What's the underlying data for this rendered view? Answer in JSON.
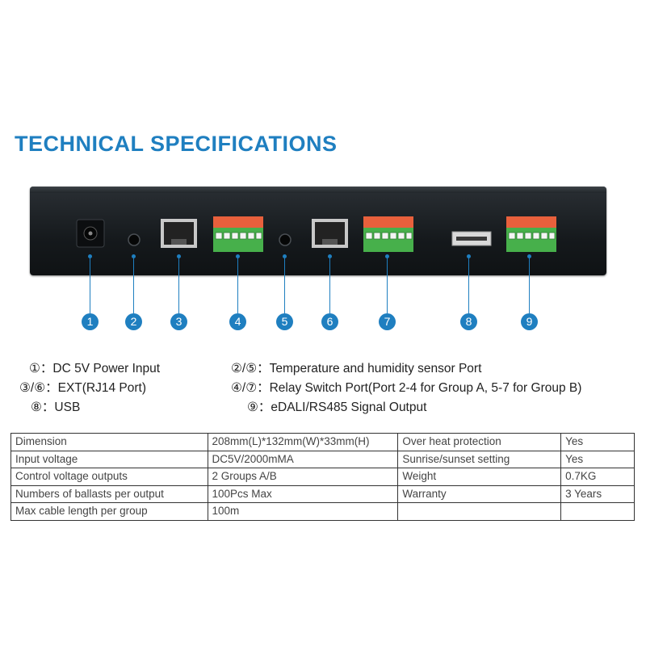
{
  "page": {
    "title": "TECHNICAL SPECIFICATIONS"
  },
  "callouts": [
    "1",
    "2",
    "3",
    "4",
    "5",
    "6",
    "7",
    "8",
    "9"
  ],
  "legend": [
    {
      "mark": "①：",
      "text": "DC 5V Power Input"
    },
    {
      "mark": "②/⑤：",
      "text": "Temperature and humidity sensor Port"
    },
    {
      "mark": "③/⑥：",
      "text": "EXT(RJ14 Port)"
    },
    {
      "mark": "④/⑦：",
      "text": "Relay Switch Port(Port 2-4 for Group A, 5-7 for Group B)"
    },
    {
      "mark": "⑧：",
      "text": "USB"
    },
    {
      "mark": "⑨：",
      "text": "eDALI/RS485 Signal Output"
    }
  ],
  "specs": {
    "rows": [
      [
        "Dimension",
        "208mm(L)*132mm(W)*33mm(H)",
        "Over heat protection",
        "Yes"
      ],
      [
        "Input voltage",
        "DC5V/2000mMA",
        "Sunrise/sunset setting",
        "Yes"
      ],
      [
        "Control voltage outputs",
        "2 Groups A/B",
        "Weight",
        "0.7KG"
      ],
      [
        "Numbers of ballasts per output",
        "100Pcs Max",
        "Warranty",
        "3 Years"
      ],
      [
        "Max cable length per group",
        "100m",
        "",
        ""
      ]
    ]
  },
  "colors": {
    "accent": "#1f7fc0",
    "device": "#1a1e21",
    "terminal": "#47b04b",
    "lever": "#e8603c"
  }
}
